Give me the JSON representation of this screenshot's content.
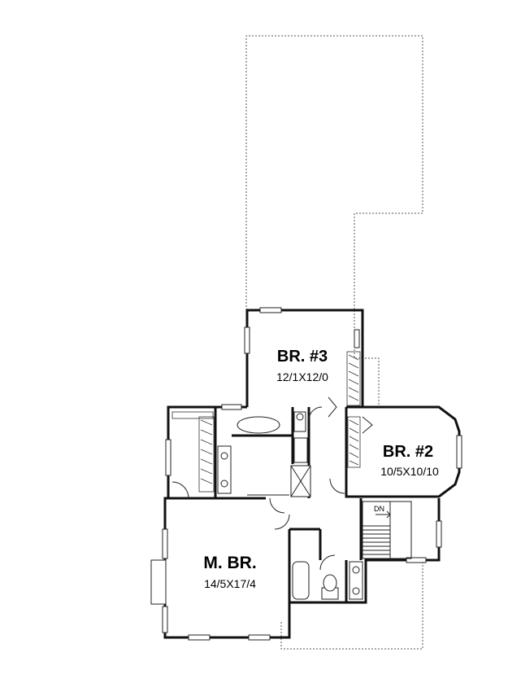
{
  "rooms": {
    "br3": {
      "name": "BR. #3",
      "dims": "12/1X12/0"
    },
    "br2": {
      "name": "BR. #2",
      "dims": "10/5X10/10"
    },
    "mbr": {
      "name": "M. BR.",
      "dims": "14/5X17/4"
    }
  },
  "stairs": {
    "label": "DN"
  }
}
